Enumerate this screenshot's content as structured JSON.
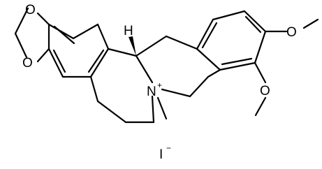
{
  "molecule": {
    "atoms": {
      "o1": "O",
      "o2": "O",
      "o3": "O",
      "o4": "O",
      "n": "N",
      "n_charge": "+",
      "h": "H",
      "iodide": "I",
      "iodide_charge": "−"
    }
  }
}
